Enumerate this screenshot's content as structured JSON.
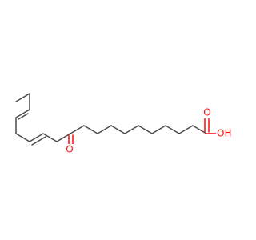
{
  "molecule": {
    "atoms": {
      "ketone_oxygen": "O",
      "carbonyl_oxygen": "O",
      "hydroxyl": "OH"
    },
    "colors": {
      "bond": "#4a4a4a",
      "oxygen": "#ff0d0d",
      "background": "#ffffff"
    }
  }
}
